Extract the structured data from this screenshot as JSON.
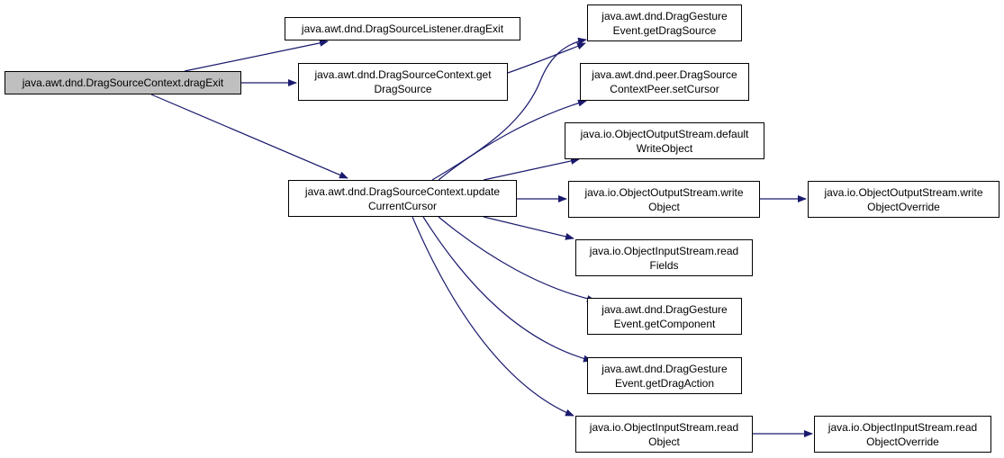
{
  "diagram": {
    "colors": {
      "edge": "#1a1a6e",
      "root_fill": "#bfbfbf",
      "node_fill": "#ffffff",
      "border": "#000000"
    },
    "nodes": {
      "n0": {
        "lines": [
          "java.awt.dnd.DragSourceContext.dragExit"
        ]
      },
      "n1": {
        "lines": [
          "java.awt.dnd.DragSourceListener.dragExit"
        ]
      },
      "n2": {
        "lines": [
          "java.awt.dnd.DragSourceContext.get",
          "DragSource"
        ]
      },
      "n3": {
        "lines": [
          "java.awt.dnd.DragSourceContext.update",
          "CurrentCursor"
        ]
      },
      "n4": {
        "lines": [
          "java.awt.dnd.DragGesture",
          "Event.getDragSource"
        ]
      },
      "n5": {
        "lines": [
          "java.awt.dnd.peer.DragSource",
          "ContextPeer.setCursor"
        ]
      },
      "n6": {
        "lines": [
          "java.io.ObjectOutputStream.default",
          "WriteObject"
        ]
      },
      "n7": {
        "lines": [
          "java.io.ObjectOutputStream.write",
          "Object"
        ]
      },
      "n8": {
        "lines": [
          "java.io.ObjectOutputStream.write",
          "ObjectOverride"
        ]
      },
      "n9": {
        "lines": [
          "java.io.ObjectInputStream.read",
          "Fields"
        ]
      },
      "n10": {
        "lines": [
          "java.awt.dnd.DragGesture",
          "Event.getComponent"
        ]
      },
      "n11": {
        "lines": [
          "java.awt.dnd.DragGesture",
          "Event.getDragAction"
        ]
      },
      "n12": {
        "lines": [
          "java.io.ObjectInputStream.read",
          "Object"
        ]
      },
      "n13": {
        "lines": [
          "java.io.ObjectInputStream.read",
          "ObjectOverride"
        ]
      }
    },
    "edges": [
      {
        "from": "n0",
        "to": "n1"
      },
      {
        "from": "n0",
        "to": "n2"
      },
      {
        "from": "n0",
        "to": "n3"
      },
      {
        "from": "n2",
        "to": "n4"
      },
      {
        "from": "n3",
        "to": "n4"
      },
      {
        "from": "n3",
        "to": "n5"
      },
      {
        "from": "n3",
        "to": "n6"
      },
      {
        "from": "n3",
        "to": "n7"
      },
      {
        "from": "n3",
        "to": "n9"
      },
      {
        "from": "n3",
        "to": "n10"
      },
      {
        "from": "n3",
        "to": "n11"
      },
      {
        "from": "n3",
        "to": "n12"
      },
      {
        "from": "n7",
        "to": "n8"
      },
      {
        "from": "n12",
        "to": "n13"
      }
    ]
  }
}
